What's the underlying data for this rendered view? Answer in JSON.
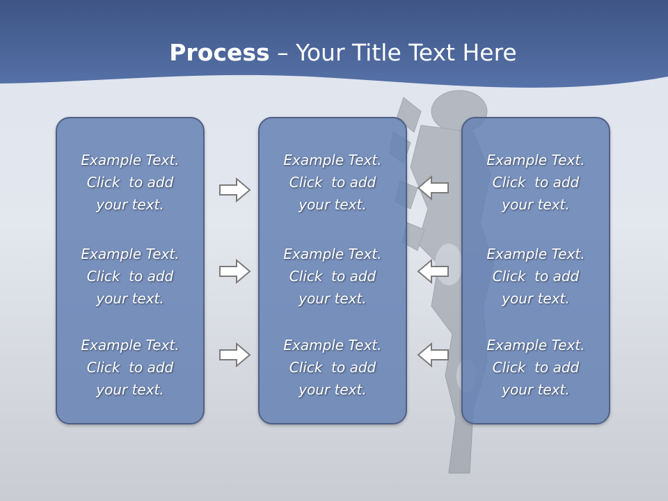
{
  "title": {
    "bold": "Process",
    "rest": " – Your Title Text Here"
  },
  "panels": {
    "left": [
      {
        "line1": "Example Text.",
        "line2": "Click  to add",
        "line3": "your text."
      },
      {
        "line1": "Example Text.",
        "line2": "Click  to add",
        "line3": "your text."
      },
      {
        "line1": "Example Text.",
        "line2": "Click  to add",
        "line3": "your text."
      }
    ],
    "center": [
      {
        "line1": "Example Text.",
        "line2": "Click  to add",
        "line3": "your text."
      },
      {
        "line1": "Example Text.",
        "line2": "Click  to add",
        "line3": "your text."
      },
      {
        "line1": "Example Text.",
        "line2": "Click  to add",
        "line3": "your text."
      }
    ],
    "right": [
      {
        "line1": "Example Text.",
        "line2": "Click  to add",
        "line3": "your text."
      },
      {
        "line1": "Example Text.",
        "line2": "Click  to add",
        "line3": "your text."
      },
      {
        "line1": "Example Text.",
        "line2": "Click  to add",
        "line3": "your text."
      }
    ]
  },
  "arrows": {
    "left_to_center": [
      "arrow-right-icon",
      "arrow-right-icon",
      "arrow-right-icon"
    ],
    "right_to_center": [
      "arrow-left-icon",
      "arrow-left-icon",
      "arrow-left-icon"
    ]
  },
  "colors": {
    "banner": "#4a6296",
    "panel_fill": "#6581b4",
    "panel_border": "#4f5f85",
    "arrow_fill": "#ffffff",
    "arrow_stroke": "#7a7a7a"
  }
}
